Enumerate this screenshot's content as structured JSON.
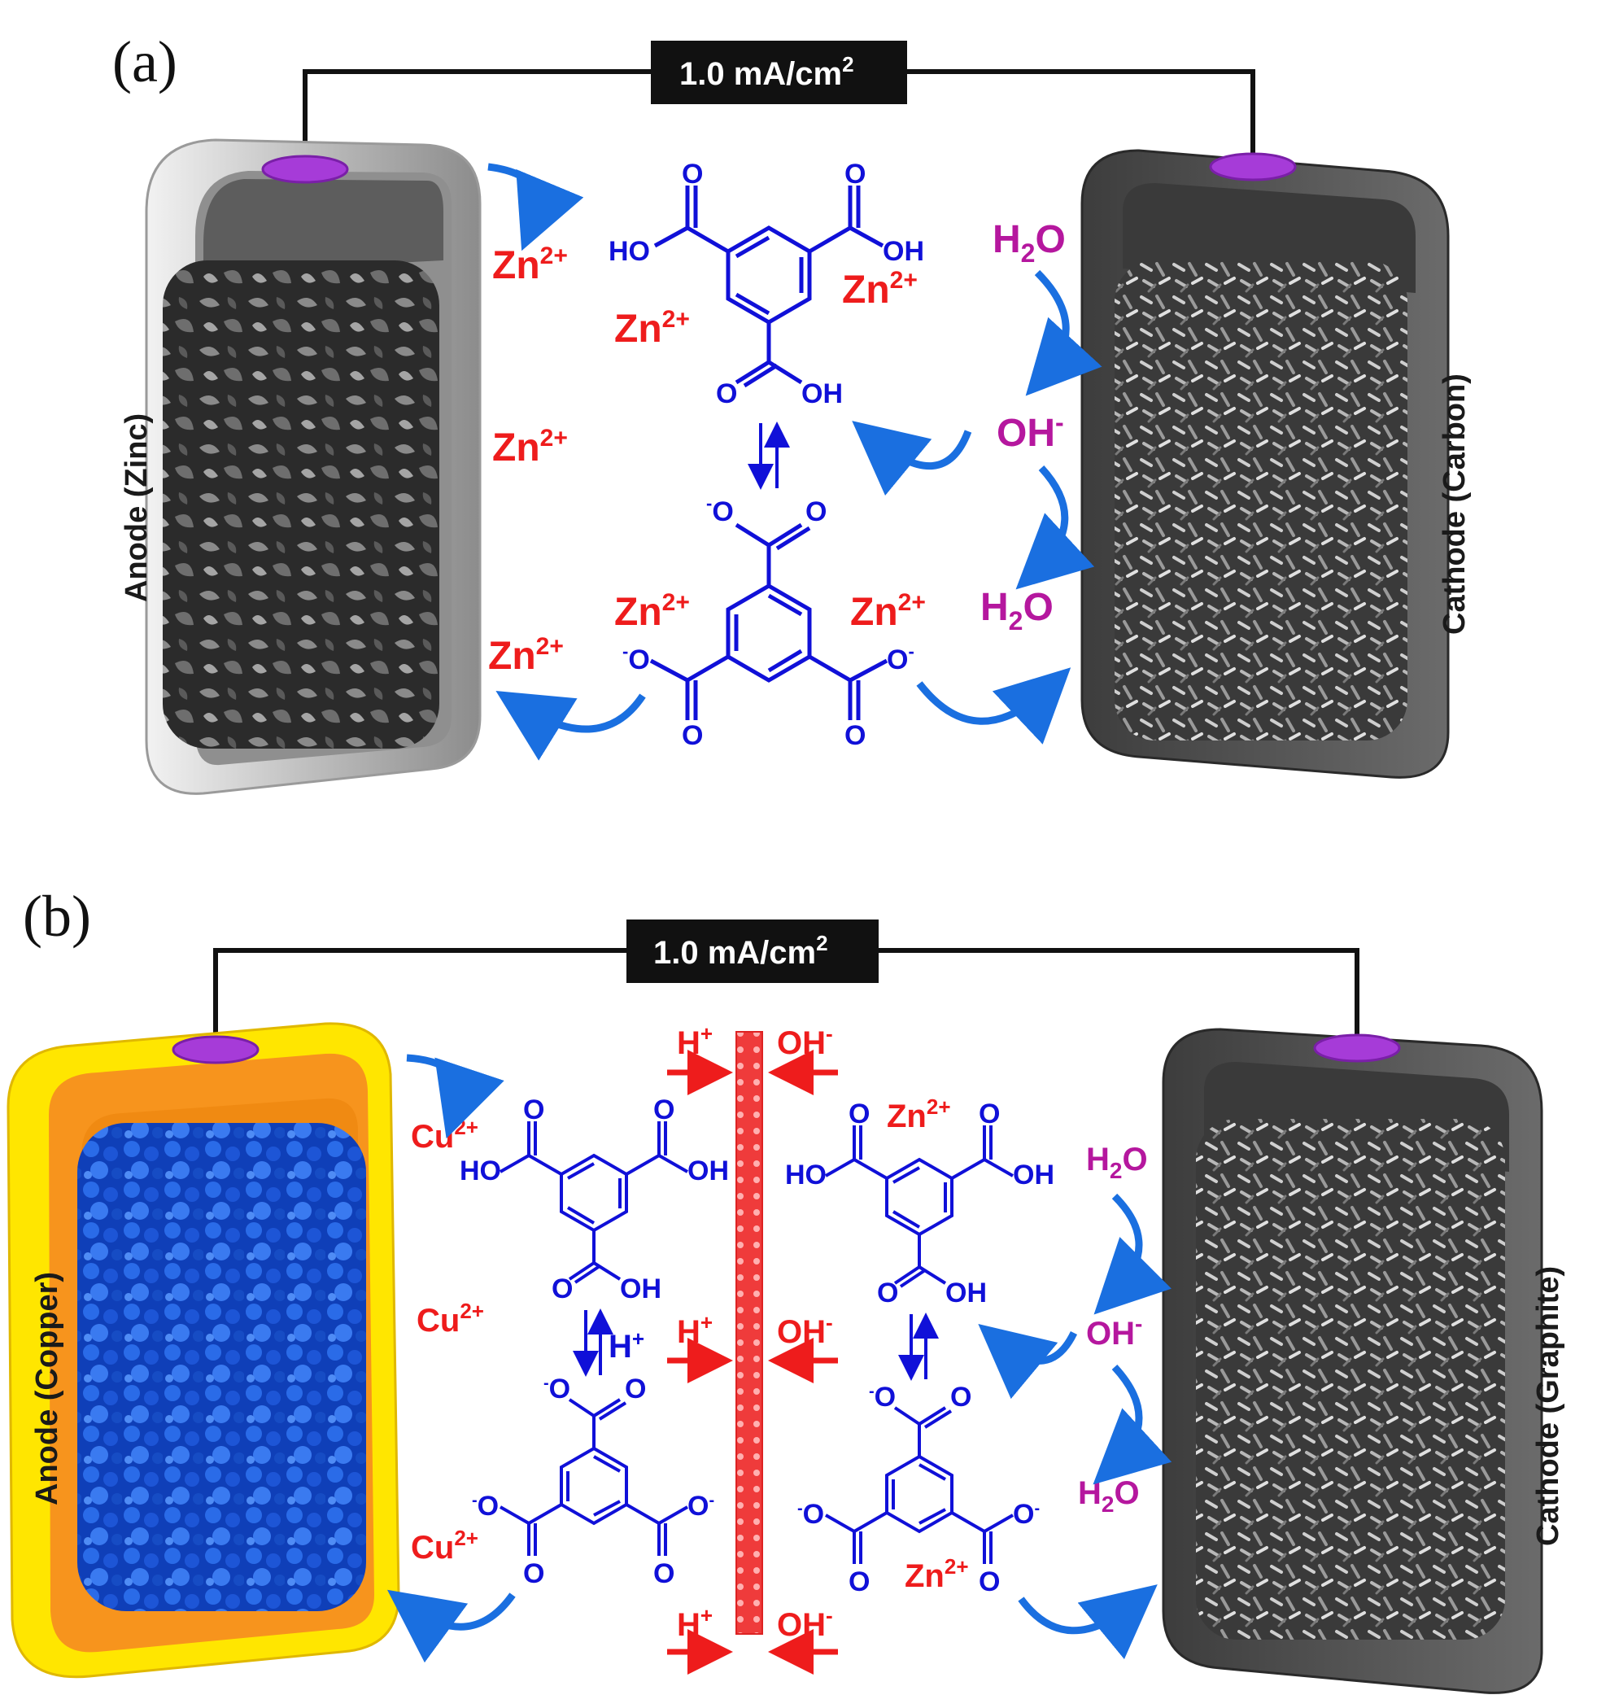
{
  "panel_a": {
    "label": "(a)",
    "current": "1.0 mA/cm",
    "current_sup": "2",
    "anode_label": "Anode (Zinc)",
    "cathode_label": "Cathode (Carbon)",
    "ions_zn": [
      "Zn",
      "Zn",
      "Zn",
      "Zn",
      "Zn",
      "Zn",
      "Zn"
    ],
    "charge_2plus": "2+",
    "h2o": "H",
    "h2o_sub": "2",
    "h2o_o": "O",
    "oh": "OH",
    "oh_sup": "-",
    "linker": {
      "ho": "HO",
      "oh": "OH",
      "o": "O",
      "o_minus": "O",
      "minus": "-"
    }
  },
  "panel_b": {
    "label": "(b)",
    "current": "1.0 mA/cm",
    "current_sup": "2",
    "anode_label": "Anode (Copper)",
    "cathode_label": "Cathode (Graphite)",
    "cu": "Cu",
    "zn": "Zn",
    "charge_2plus": "2+",
    "h_plus": "H",
    "plus": "+",
    "oh": "OH",
    "oh_sup": "-",
    "h2o": "H",
    "h2o_sub": "2",
    "h2o_o": "O"
  },
  "colors": {
    "ion_red": "#ee1c1c",
    "water_magenta": "#b5179e",
    "chem_blue": "#1010d8",
    "arrow_blue": "#1a6fe0",
    "copper_orange": "#f7941d",
    "copper_yellow": "#ffe600",
    "membrane_red": "#ef3b3b"
  }
}
